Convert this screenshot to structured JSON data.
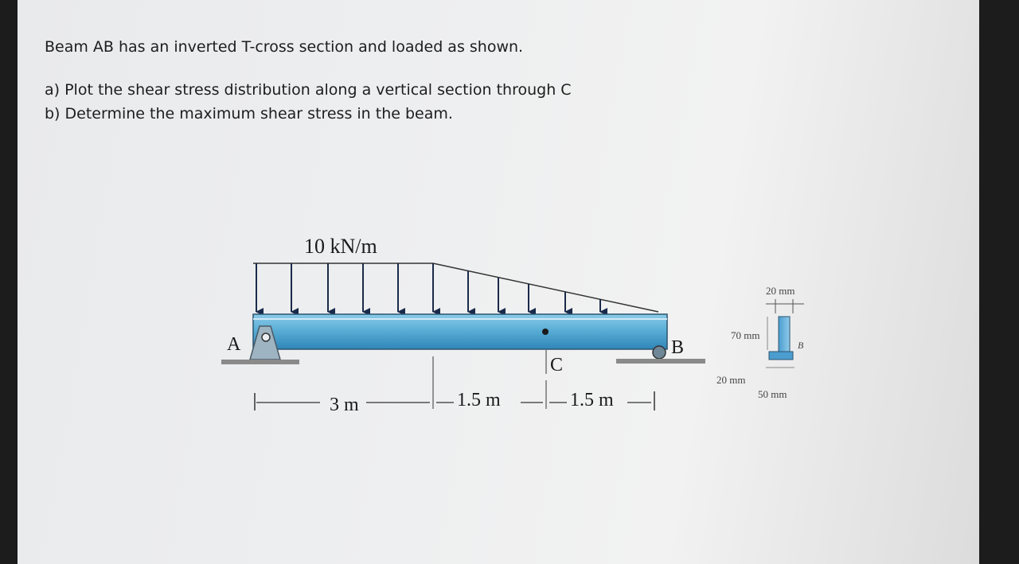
{
  "problem": {
    "title": "Beam AB has an inverted T-cross section and loaded as shown.",
    "part_a": "a) Plot the shear stress distribution along a vertical section through C",
    "part_b": "b) Determine the maximum shear stress in the beam."
  },
  "beam": {
    "load_label": "10 kN/m",
    "support_a_label": "A",
    "support_b_label": "B",
    "point_c_label": "C",
    "dim_1": "3 m",
    "dim_2": "1.5 m",
    "dim_3": "1.5 m"
  },
  "section": {
    "flange_width_label": "20 mm",
    "web_height_label": "70 mm",
    "base_thickness_label": "20 mm",
    "base_width_label": "50 mm",
    "point_b_label": "B"
  },
  "colors": {
    "beam_fill": "#5aaed6",
    "beam_fill_dark": "#2f86b8",
    "support_fill": "#9fb4c2",
    "section_fill": "#6fb3dd"
  }
}
